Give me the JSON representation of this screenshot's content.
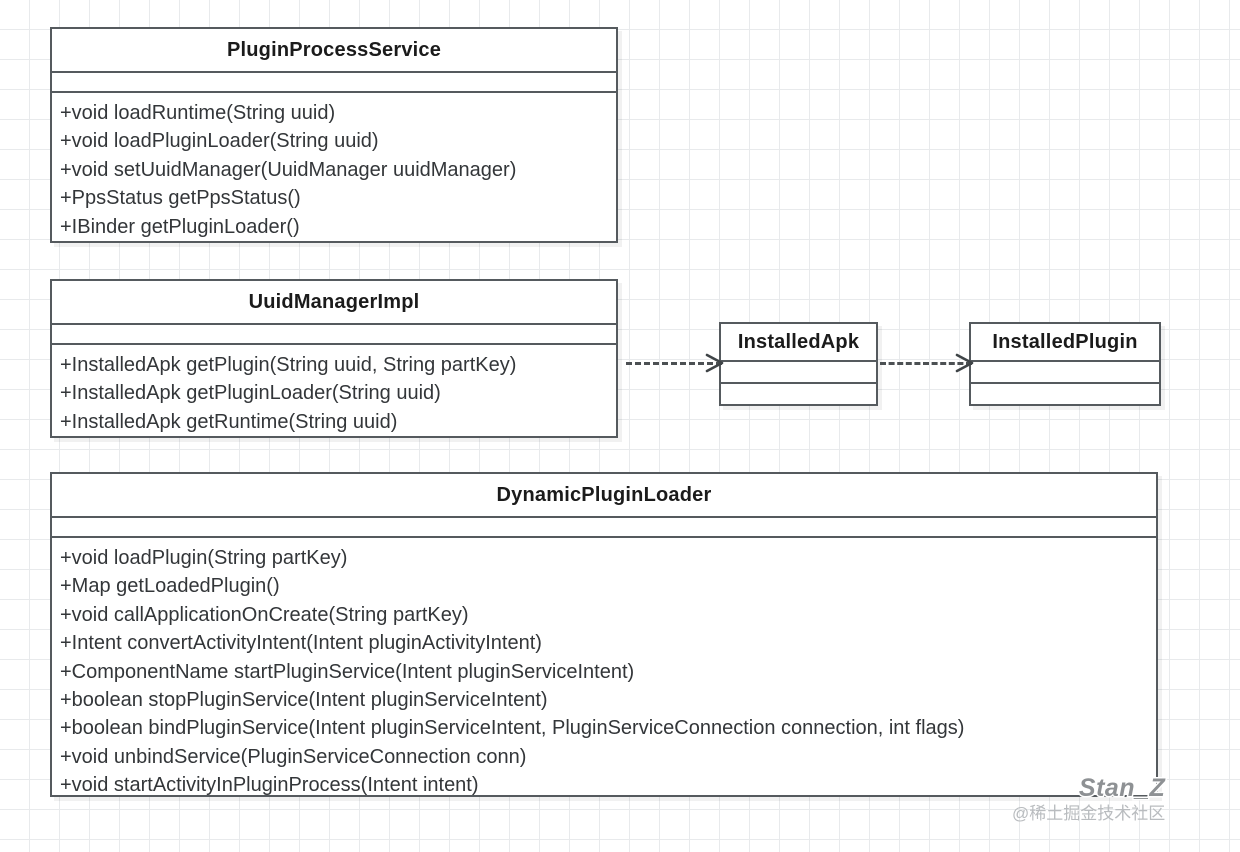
{
  "diagram": {
    "type": "uml-class-diagram",
    "background": "#ffffff",
    "grid_color": "#e8eaec",
    "border_color": "#555a5e",
    "text_color": "#333639",
    "title_color": "#1b1b1b"
  },
  "classes": [
    {
      "id": "PluginProcessService",
      "name": "PluginProcessService",
      "attributes": [],
      "methods": [
        "+void loadRuntime(String uuid)",
        "+void loadPluginLoader(String uuid)",
        "+void setUuidManager(UuidManager uuidManager)",
        "+PpsStatus getPpsStatus()",
        "+IBinder getPluginLoader()"
      ]
    },
    {
      "id": "UuidManagerImpl",
      "name": "UuidManagerImpl",
      "attributes": [],
      "methods": [
        "+InstalledApk getPlugin(String uuid, String partKey)",
        "+InstalledApk getPluginLoader(String uuid)",
        "+InstalledApk getRuntime(String uuid)"
      ]
    },
    {
      "id": "InstalledApk",
      "name": "InstalledApk",
      "attributes": [],
      "methods": []
    },
    {
      "id": "InstalledPlugin",
      "name": "InstalledPlugin",
      "attributes": [],
      "methods": []
    },
    {
      "id": "DynamicPluginLoader",
      "name": "DynamicPluginLoader",
      "attributes": [],
      "methods": [
        "+void loadPlugin(String partKey)",
        "+Map getLoadedPlugin()",
        "+void callApplicationOnCreate(String partKey)",
        "+Intent convertActivityIntent(Intent pluginActivityIntent)",
        "+ComponentName startPluginService(Intent pluginServiceIntent)",
        "+boolean stopPluginService(Intent pluginServiceIntent)",
        "+boolean bindPluginService(Intent pluginServiceIntent, PluginServiceConnection connection, int flags)",
        "+void unbindService(PluginServiceConnection conn)",
        "+void startActivityInPluginProcess(Intent intent)"
      ]
    }
  ],
  "relations": [
    {
      "id": "rel-uuid-apk",
      "from": "UuidManagerImpl",
      "to": "InstalledApk",
      "kind": "dependency",
      "style": "dashed",
      "arrowhead": "open"
    },
    {
      "id": "rel-apk-plugin",
      "from": "InstalledApk",
      "to": "InstalledPlugin",
      "kind": "dependency",
      "style": "dashed",
      "arrowhead": "open"
    }
  ],
  "watermark": {
    "name": "Stan_Z",
    "sub": "@稀土掘金技术社区"
  }
}
